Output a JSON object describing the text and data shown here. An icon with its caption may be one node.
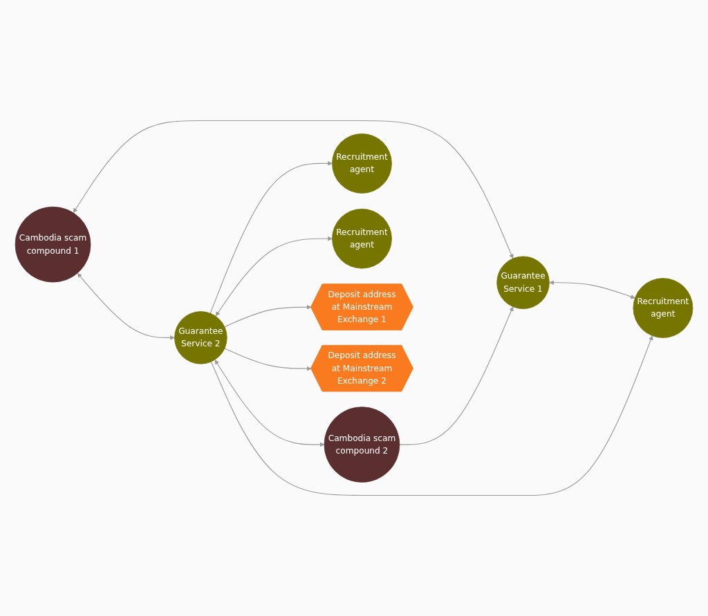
{
  "diagram": {
    "nodes": [
      {
        "text": [
          "Cambodia scam compound 1"
        ]
      },
      {
        "text": [
          "Cambodia scam compound 2"
        ]
      },
      {
        "text": [
          "Guarantee Service 1"
        ]
      },
      {
        "text": [
          "Guarantee Service 2"
        ]
      },
      {
        "text": [
          "Recruitment agent"
        ]
      },
      {
        "text": [
          "Recruitment agent"
        ]
      },
      {
        "text": [
          "Recruitment agent"
        ]
      },
      {
        "text": [
          "Deposit address at Mainstream Exchange 1"
        ]
      },
      {
        "text": [
          "Deposit address at Mainstream Exchange 2"
        ]
      }
    ],
    "edges": [
      {
        "from": 0,
        "to": 2,
        "arrow": "both"
      },
      {
        "from": 0,
        "to": 3,
        "arrow": "both"
      },
      {
        "from": 1,
        "to": 2,
        "arrow": "to"
      },
      {
        "from": 3,
        "to": 1,
        "arrow": "both"
      },
      {
        "from": 2,
        "to": 4,
        "arrow": "both"
      },
      {
        "from": 3,
        "to": 4,
        "arrow": "to"
      },
      {
        "from": 3,
        "to": 5,
        "arrow": "to"
      },
      {
        "from": 3,
        "to": 6,
        "arrow": "both"
      },
      {
        "from": 3,
        "to": 7,
        "arrow": "to"
      },
      {
        "from": 3,
        "to": 8,
        "arrow": "to"
      }
    ]
  }
}
